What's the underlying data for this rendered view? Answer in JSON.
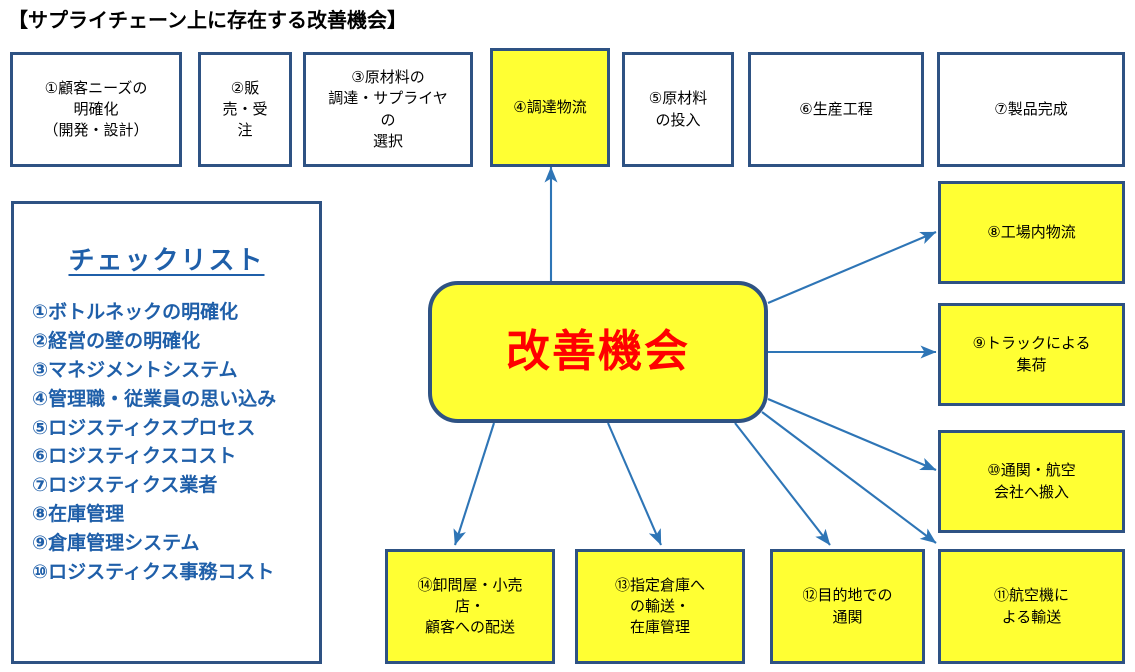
{
  "title": "【サプライチェーン上に存在する改善機会】",
  "colors": {
    "box_border": "#2E5283",
    "highlight_fill": "#FFFF33",
    "box_fill": "#FFFFFF",
    "arrow": "#2E75B6",
    "center_text": "#FF0000",
    "checklist_text": "#1F5FA9",
    "title_text": "#000000"
  },
  "center": {
    "label": "改善機会"
  },
  "checklist": {
    "heading": "チェックリスト",
    "items": [
      "①ボトルネックの明確化",
      "②経営の壁の明確化",
      "③マネジメントシステム",
      "④管理職・従業員の思い込み",
      "⑤ロジスティクスプロセス",
      "⑥ロジスティクスコスト",
      "⑦ロジスティクス業者",
      "⑧在庫管理",
      "⑨倉庫管理システム",
      "⑩ロジスティクス事務コスト"
    ]
  },
  "process_boxes": [
    {
      "id": "box-1",
      "label": "①顧客ニーズの\n明確化\n（開発・設計）",
      "highlighted": false
    },
    {
      "id": "box-2",
      "label": "②販\n売・受\n注",
      "highlighted": false
    },
    {
      "id": "box-3",
      "label": "③原材料の\n調達・サプライヤ\nの\n選択",
      "highlighted": false
    },
    {
      "id": "box-4",
      "label": "④調達物流",
      "highlighted": true
    },
    {
      "id": "box-5",
      "label": "⑤原材料\nの投入",
      "highlighted": false
    },
    {
      "id": "box-6",
      "label": "⑥生産工程",
      "highlighted": false
    },
    {
      "id": "box-7",
      "label": "⑦製品完成",
      "highlighted": false
    },
    {
      "id": "box-8",
      "label": "⑧工場内物流",
      "highlighted": true
    },
    {
      "id": "box-9",
      "label": "⑨トラックによる\n集荷",
      "highlighted": true
    },
    {
      "id": "box-10",
      "label": "⑩通関・航空\n会社へ搬入",
      "highlighted": true
    },
    {
      "id": "box-11",
      "label": "⑪航空機に\nよる輸送",
      "highlighted": true
    },
    {
      "id": "box-12",
      "label": "⑫目的地での\n通関",
      "highlighted": true
    },
    {
      "id": "box-13",
      "label": "⑬指定倉庫へ\nの輸送・\n在庫管理",
      "highlighted": true
    },
    {
      "id": "box-14",
      "label": "⑭卸問屋・小売\n店・\n顧客への配送",
      "highlighted": true
    }
  ]
}
